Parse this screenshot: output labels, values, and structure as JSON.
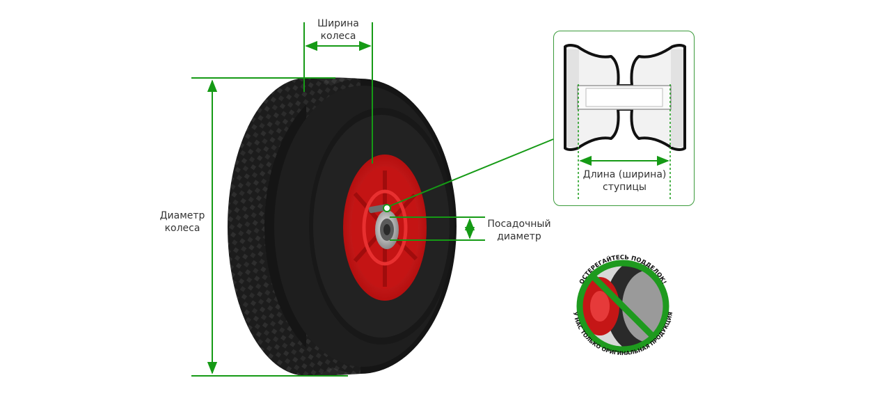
{
  "labels": {
    "wheel_width": [
      "Ширина",
      "колеса"
    ],
    "wheel_diameter": [
      "Диаметр",
      "колеса"
    ],
    "bore_diameter": [
      "Посадочный",
      "диаметр"
    ],
    "hub_length": [
      "Длина (ширина)",
      "ступицы"
    ]
  },
  "badge": {
    "top_text": "ОСТЕРЕГАЙТЕСЬ ПОДДЕЛОК!",
    "bottom_text": "У НАС ТОЛЬКО ОРИГИНАЛЬНАЯ ПРОДУКЦИЯ"
  },
  "colors": {
    "dimension_line": "#159a15",
    "tire": "#1b1b1b",
    "rim": "#d91a1a",
    "badge_ring": "#1e9a1e"
  }
}
